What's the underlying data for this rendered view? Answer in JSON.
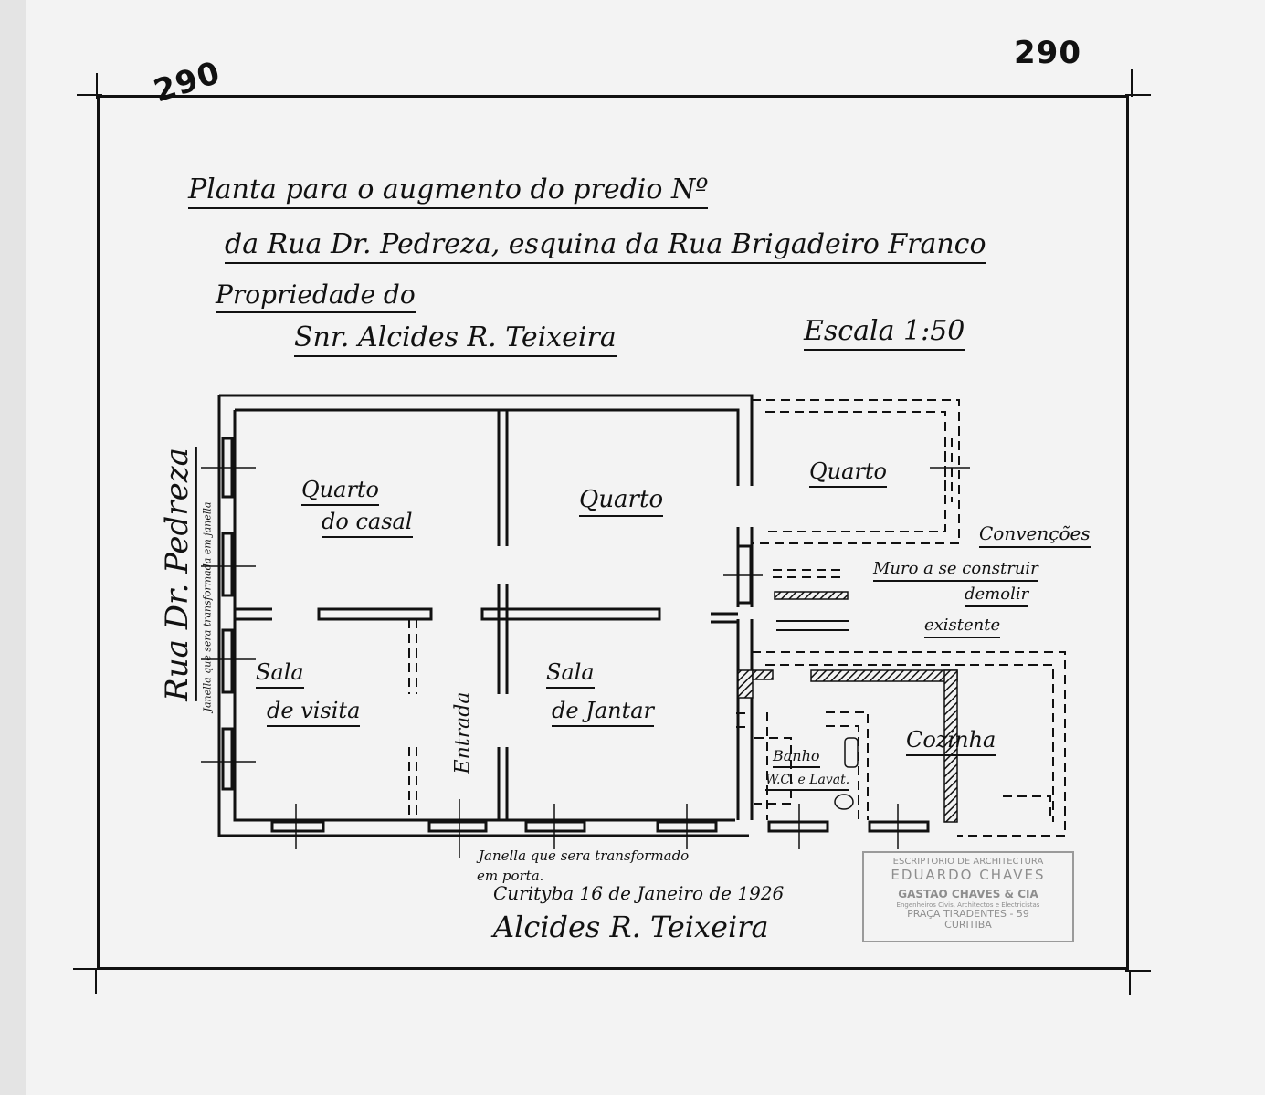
{
  "sheet_numbers": {
    "top_left": "290",
    "top_right": "290"
  },
  "title": {
    "line1": "Planta para o augmento do predio Nº",
    "line2": "da Rua Dr. Pedreza, esquina da Rua Brigadeiro Franco",
    "line3": "Propriedade do",
    "owner": "Snr. Alcides R. Teixeira",
    "scale": "Escala 1:50"
  },
  "street_label": "Rua Dr. Pedreza",
  "side_note": "Janella que sera transformada em janella",
  "rooms": {
    "quarto_casal_1": "Quarto",
    "quarto_casal_2": "do casal",
    "quarto_center": "Quarto",
    "quarto_right": "Quarto",
    "sala_visita_1": "Sala",
    "sala_visita_2": "de visita",
    "sala_jantar_1": "Sala",
    "sala_jantar_2": "de Jantar",
    "entrada": "Entrada",
    "banho_1": "Banho",
    "banho_2": "W.C. e Lavat.",
    "cozinha": "Cozinha"
  },
  "legend": {
    "title": "Convenções",
    "muro_construir": "Muro a se construir",
    "demolir": "demolir",
    "existente": "existente"
  },
  "bottom_note": {
    "line1": "Janella que sera transformado",
    "line2": "em porta."
  },
  "date_line": "Curityba 16 de Janeiro de 1926",
  "signature": "Alcides R. Teixeira",
  "office_stamp": {
    "line1": "ESCRIPTORIO DE ARCHITECTURA",
    "line2": "EDUARDO CHAVES",
    "line3": "GASTÃO CHAVES & CIA",
    "line4": "Engenheiros Civis, Architectos e Electricistas",
    "line5": "PRAÇA TIRADENTES - 59",
    "line6": "CURITIBA"
  }
}
